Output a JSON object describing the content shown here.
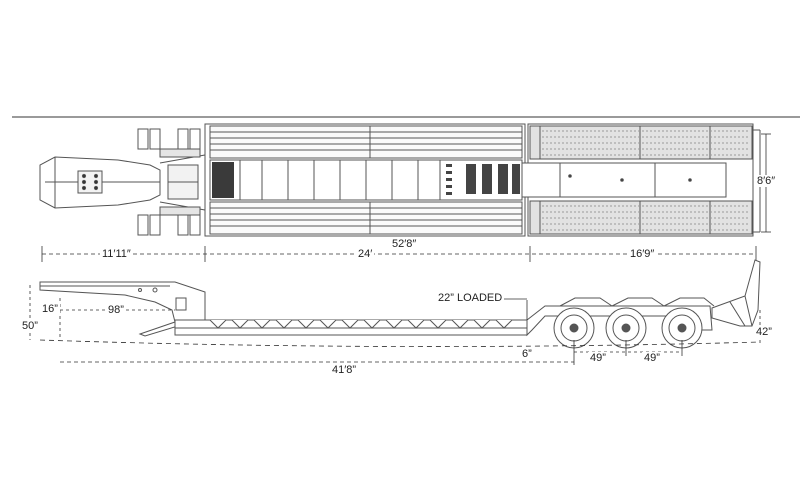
{
  "colors": {
    "line": "#555555",
    "dark": "#222222",
    "rule": "#999999",
    "panel": "#e9e9e9",
    "tread": "#bdbdbd",
    "slot": "#555555"
  },
  "dimensions": {
    "overall_length": "52′8″",
    "gooseneck_length": "11′11″",
    "deck_length": "24′",
    "rear_length": "16′9″",
    "width": "8′6″",
    "kingpin_setting": "98”",
    "kingpin_height": "16”",
    "fifth_wheel_height": "50”",
    "deck_height_loaded": "22” LOADED",
    "ground_clearance": "6”",
    "axle_spacing_1": "49”",
    "axle_spacing_2": "49”",
    "rear_deck_height": "42”",
    "kingpin_to_axle": "41′8”"
  }
}
